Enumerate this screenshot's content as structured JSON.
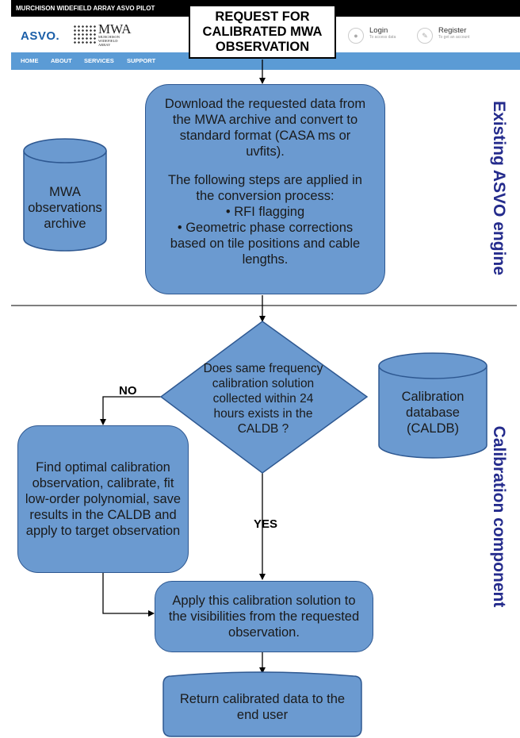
{
  "header": {
    "topbar_text": "MURCHISON WIDEFIELD ARRAY ASVO PILOT",
    "logo_asvo": "ASVO.",
    "logo_mwa": "MWA",
    "logo_mwa_sub1": "MURCHISON",
    "logo_mwa_sub2": "WIDEFIELD",
    "logo_mwa_sub3": "ARRAY",
    "login_label": "Login",
    "login_sub": "To access data",
    "register_label": "Register",
    "register_sub": "To get an account",
    "nav": [
      "HOME",
      "ABOUT",
      "SERVICES",
      "SUPPORT"
    ]
  },
  "flow": {
    "title": "REQUEST FOR CALIBRATED MWA OBSERVATION",
    "archive": "MWA observations archive",
    "download": "Download the requested data from the MWA archive and convert to standard format (CASA ms or uvfits).",
    "steps_intro": "The following steps are applied in the conversion process:",
    "steps": [
      "RFI flagging",
      "Geometric phase corrections based on tile positions and cable lengths."
    ],
    "decision": "Does same frequency calibration solution collected within 24 hours exists  in the CALDB ?",
    "caldb": "Calibration database (CALDB)",
    "no_label": "NO",
    "yes_label": "YES",
    "find": "Find optimal calibration observation, calibrate, fit low-order polynomial, save results in the CALDB and apply to target observation",
    "apply": "Apply this calibration solution to the visibilities from the requested observation.",
    "return": "Return calibrated data to the end user"
  },
  "sections": {
    "top": "Existing ASVO engine",
    "bottom": "Calibration component"
  },
  "colors": {
    "node_fill": "#6b9ad0",
    "node_stroke": "#2e5891",
    "nav_bar": "#5b9bd5",
    "section_label": "#242b8c"
  }
}
